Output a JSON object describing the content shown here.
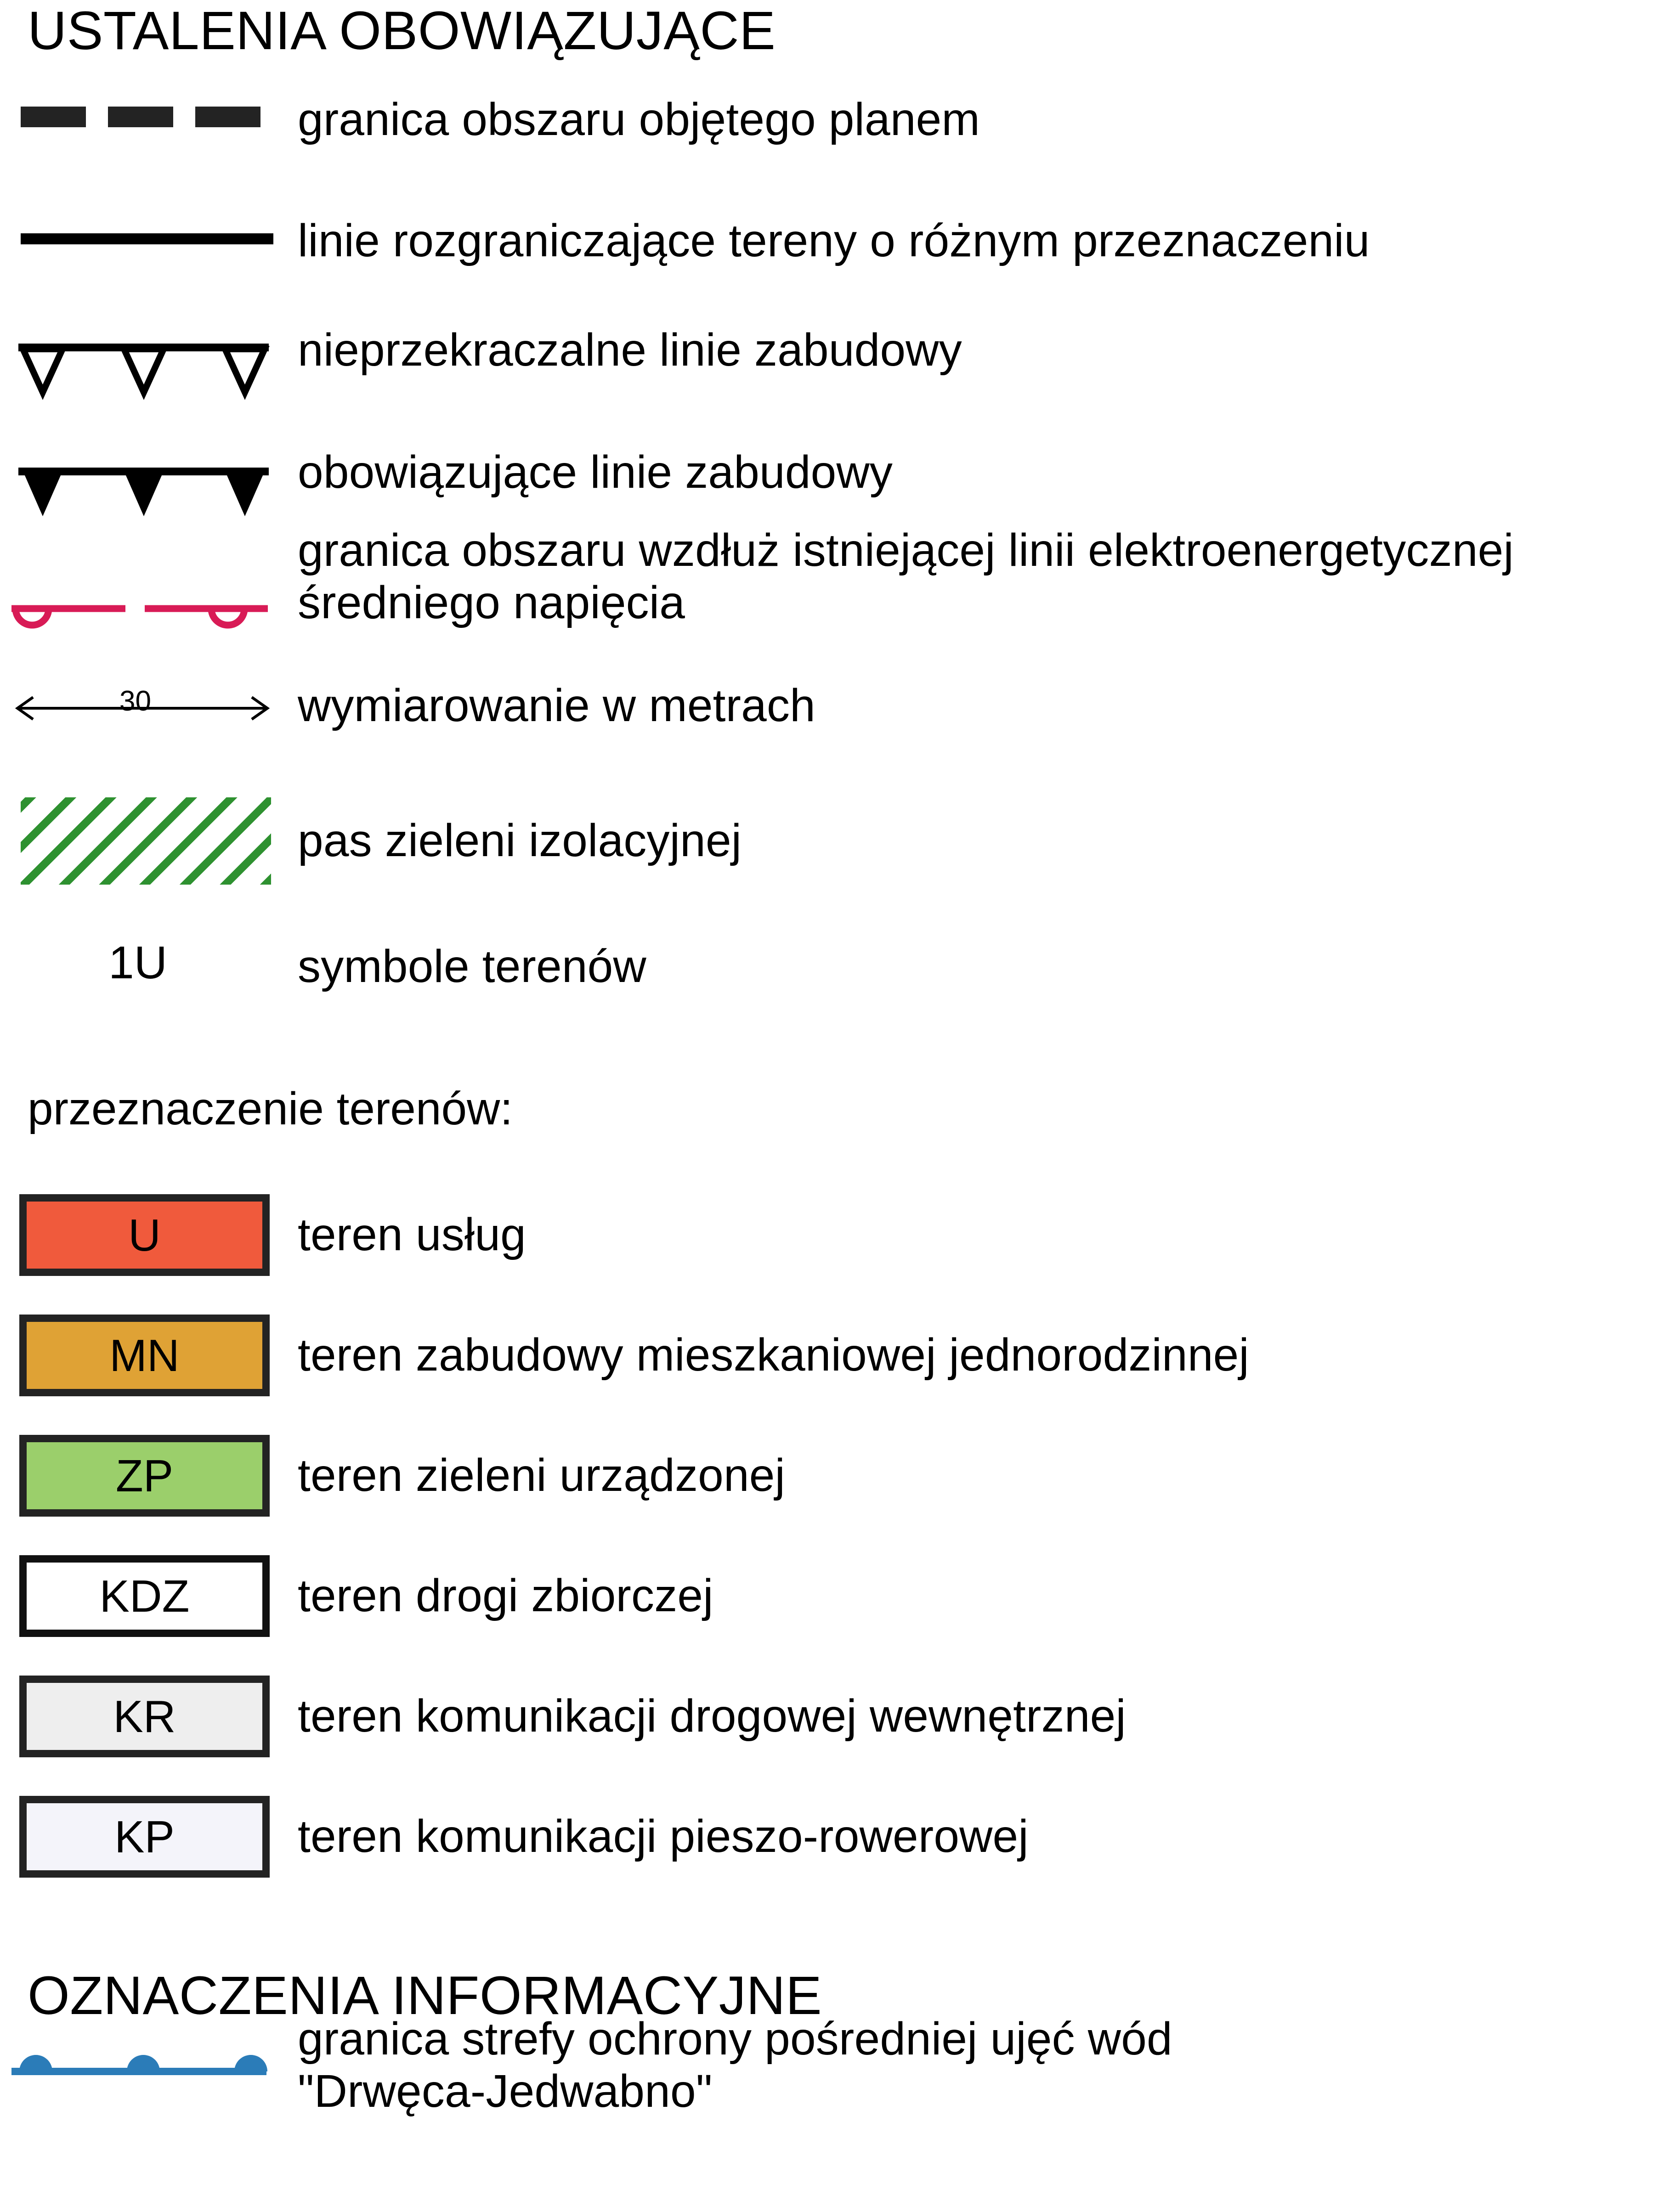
{
  "sections": {
    "binding": {
      "heading": "USTALENIA OBOWIĄZUJĄCE",
      "items": [
        {
          "symbol": "dashed-boundary-line",
          "label": "granica obszaru objętego planem"
        },
        {
          "symbol": "solid-divider-line",
          "label": "linie rozgraniczające tereny o różnym przeznaczeniu"
        },
        {
          "symbol": "hollow-triangle-building-line",
          "label": "nieprzekraczalne linie zabudowy"
        },
        {
          "symbol": "filled-triangle-building-line",
          "label": "obowiązujące linie zabudowy"
        },
        {
          "symbol": "pink-medium-voltage-line",
          "label_line1": "granica obszaru wzdłuż istniejącej linii elektroenergetycznej",
          "label_line2": "średniego napięcia"
        },
        {
          "symbol": "dimension-arrow",
          "value": "30",
          "label": "wymiarowanie w metrach"
        },
        {
          "symbol": "green-hatch-band",
          "label": "pas zieleni izolacyjnej"
        },
        {
          "symbol": "terrain-code-sample",
          "value": "1U",
          "label": "symbole terenów"
        }
      ]
    },
    "landuse": {
      "intro": "przeznaczenie terenów:",
      "items": [
        {
          "code": "U",
          "label": "teren usług",
          "fill": "#F05A3C",
          "border": "#232323"
        },
        {
          "code": "MN",
          "label": "teren zabudowy mieszkaniowej jednorodzinnej",
          "fill": "#DFA235",
          "border": "#232323"
        },
        {
          "code": "ZP",
          "label": "teren zieleni urządzonej",
          "fill": "#9BCF6B",
          "border": "#232323"
        },
        {
          "code": "KDZ",
          "label": "teren drogi zbiorczej",
          "fill": "#FFFFFF",
          "border": "#111111"
        },
        {
          "code": "KR",
          "label": "teren komunikacji drogowej wewnętrznej",
          "fill": "#EEEEEE",
          "border": "#232323"
        },
        {
          "code": "KP",
          "label": "teren komunikacji pieszo-rowerowej",
          "fill": "#F4F4FA",
          "border": "#232323"
        }
      ]
    },
    "informational": {
      "heading": "OZNACZENIA INFORMACYJNE",
      "items": [
        {
          "symbol": "blue-protection-zone-line",
          "label_line1": "granica strefy ochrony pośredniej ujęć wód",
          "label_line2": "\"Drwęca-Jedwabno\""
        }
      ]
    }
  },
  "colors": {
    "dash": "#232323",
    "line_black": "#000000",
    "mv_pink": "#D81B56",
    "hatch_green": "#2E9130",
    "info_blue": "#2B7CB8"
  }
}
